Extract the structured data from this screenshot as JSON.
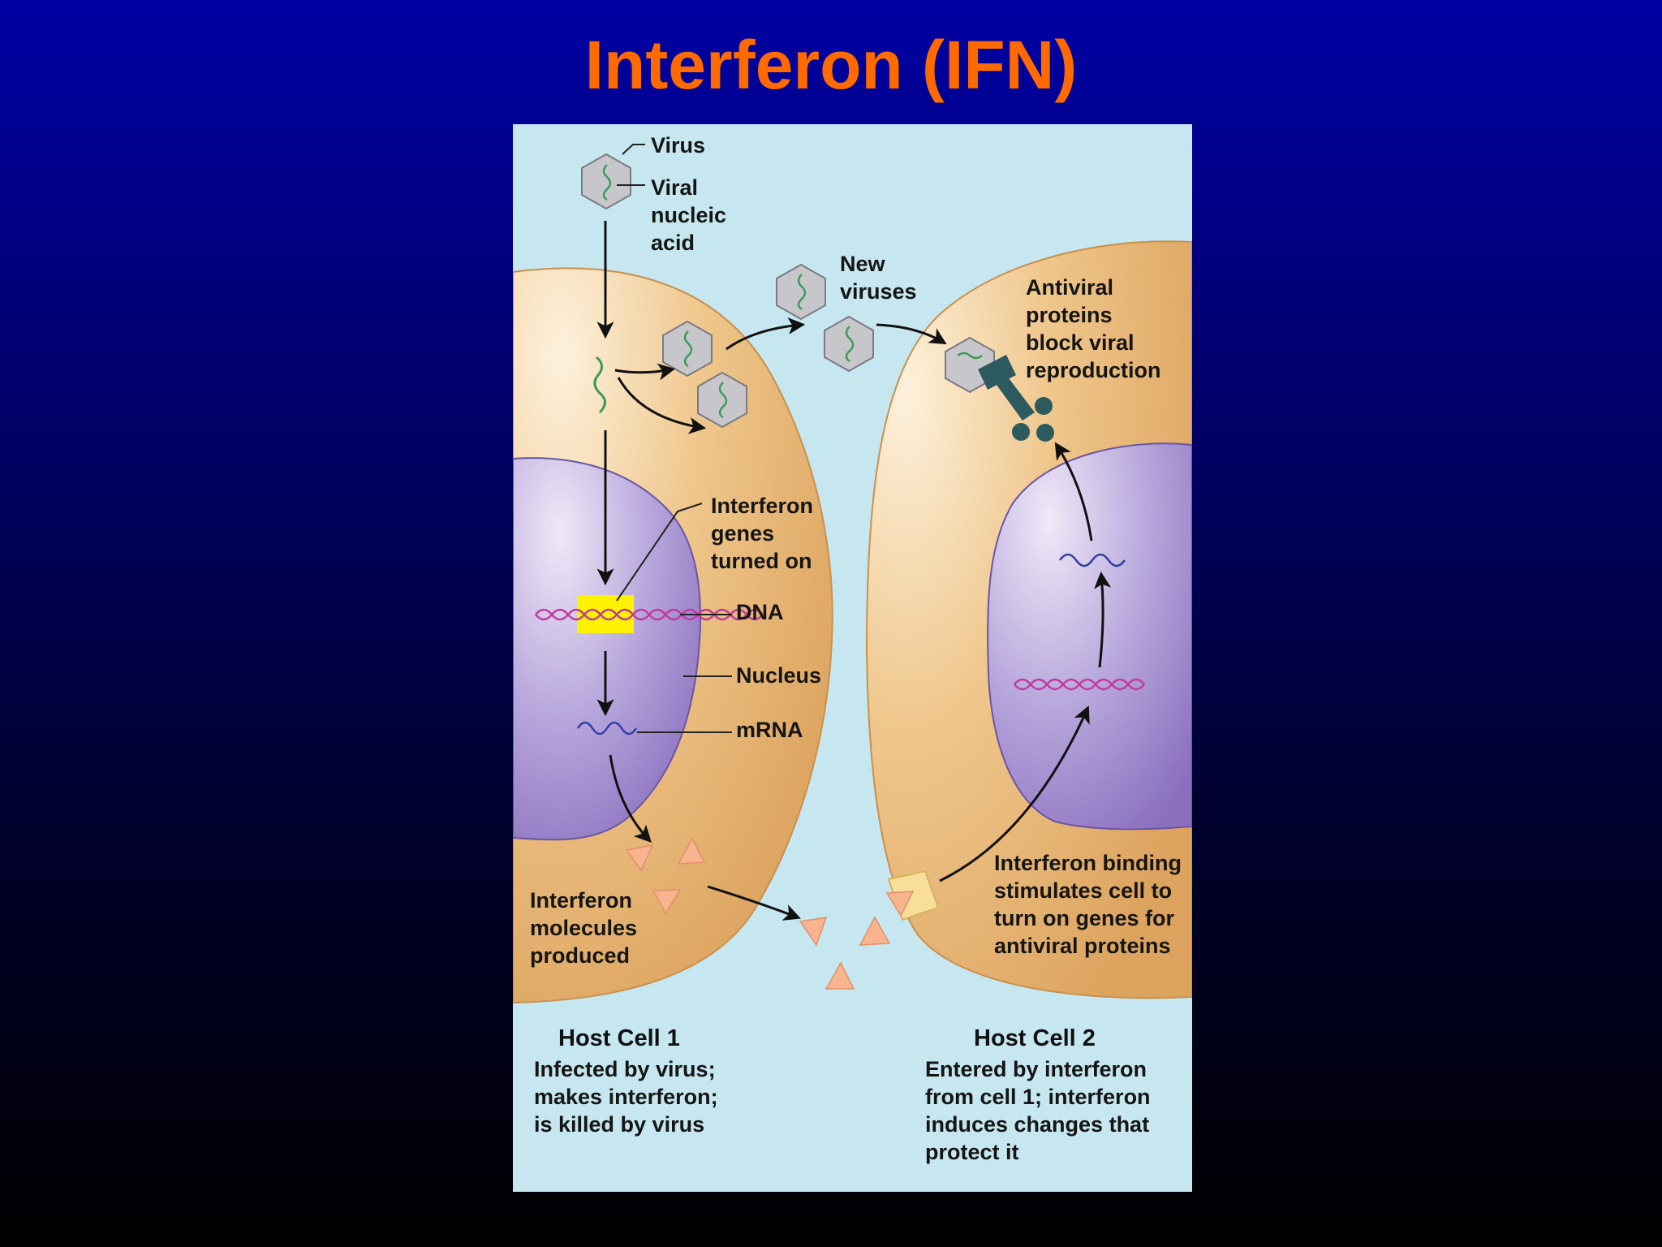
{
  "title": "Interferon (IFN)",
  "labels": {
    "virus": "Virus",
    "viral_nucleic_acid": [
      "Viral",
      "nucleic",
      "acid"
    ],
    "new_viruses": [
      "New",
      "viruses"
    ],
    "antiviral_proteins": [
      "Antiviral",
      "proteins",
      "block viral",
      "reproduction"
    ],
    "interferon_genes": [
      "Interferon",
      "genes",
      "turned on"
    ],
    "dna": "DNA",
    "nucleus": "Nucleus",
    "mrna": "mRNA",
    "interferon_molecules": [
      "Interferon",
      "molecules",
      "produced"
    ],
    "interferon_binding": [
      "Interferon binding",
      "stimulates cell to",
      "turn on genes for",
      "antiviral proteins"
    ]
  },
  "captions": {
    "host_cell_1": {
      "title": "Host Cell 1",
      "lines": [
        "Infected by virus;",
        "makes interferon;",
        "is killed by virus"
      ]
    },
    "host_cell_2": {
      "title": "Host Cell 2",
      "lines": [
        "Entered by interferon",
        "from cell 1; interferon",
        "induces changes that",
        "protect it"
      ]
    }
  },
  "colors": {
    "title": "#ff6a00",
    "panel": "#c5e6ef",
    "cytoplasm": "#e7b36f",
    "nucleus": "#a793cf",
    "virus": "#c6c6ca",
    "dna": "#c23aa0",
    "mrna": "#2e3fa6",
    "gene_highlight": "#fff200",
    "interferon": "#f7b48f",
    "antiviral_protein": "#2c5a5e"
  }
}
